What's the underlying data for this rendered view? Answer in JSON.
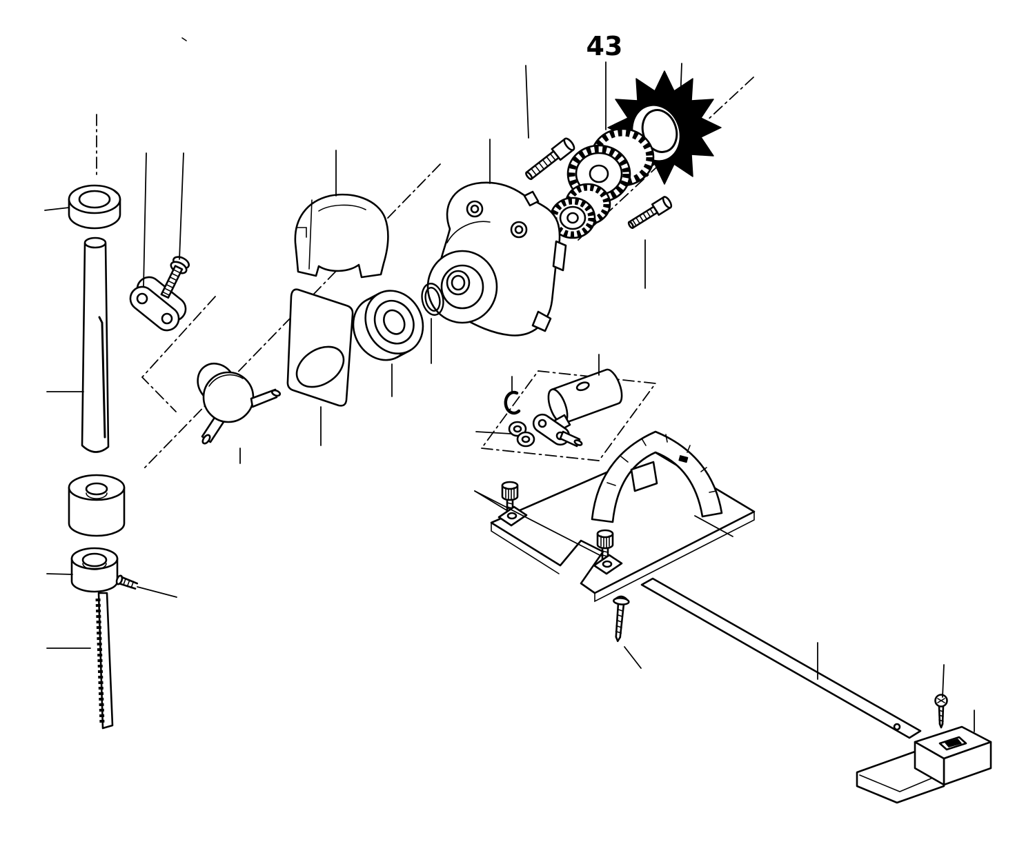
{
  "diagram": {
    "callout_label": "43",
    "colors": {
      "background": "#ffffff",
      "line": "#000000",
      "fan": "#000000"
    },
    "parts": [
      "retaining-collar",
      "guide-rod",
      "pivot-link",
      "link-screw",
      "spacer-bushing",
      "blade-collar",
      "set-screw",
      "saw-blade",
      "motor-cover",
      "bearing-plate",
      "ball-bearing",
      "retaining-ring",
      "gear-housing",
      "upper-cap-screw",
      "pinion-gear",
      "drive-gear",
      "cooling-fan",
      "lower-cap-screw",
      "eccentric-crank",
      "crank-cylinder",
      "circlip",
      "washer-link-pin",
      "base-plate",
      "blade-guard",
      "clamp-knob-front",
      "clamp-knob-rear",
      "base-screw",
      "fence-rail",
      "fence-screw",
      "rip-fence"
    ]
  }
}
